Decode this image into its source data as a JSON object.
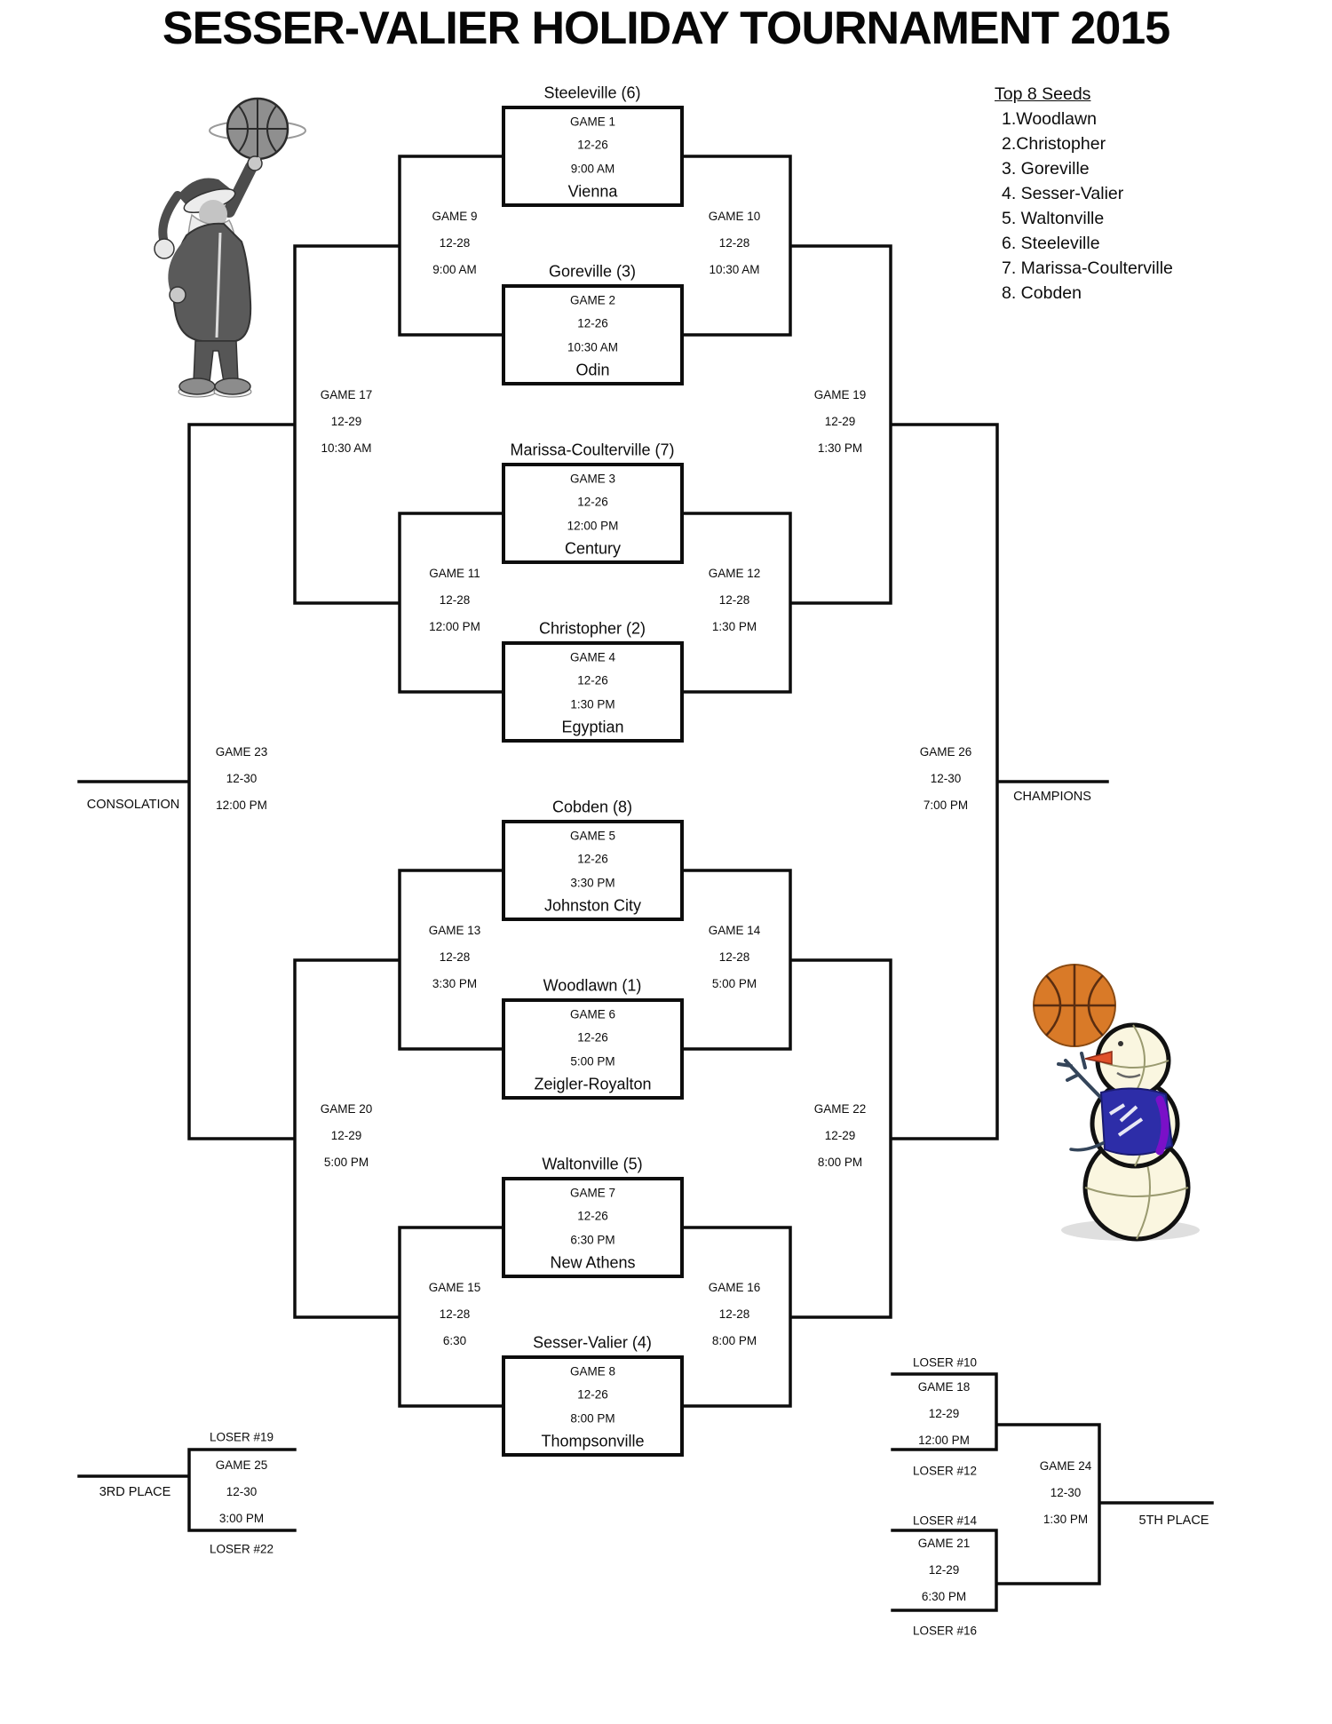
{
  "title": "SESSER-VALIER HOLIDAY TOURNAMENT 2015",
  "seeds": {
    "heading": "Top 8 Seeds",
    "items": [
      "1.Woodlawn",
      "2.Christopher",
      "3. Goreville",
      "4. Sesser-Valier",
      "5. Waltonville",
      "6. Steeleville",
      "7. Marissa-Coulterville",
      "8. Cobden"
    ]
  },
  "first_round": [
    {
      "seed_team": "Steeleville (6)",
      "game": "GAME 1",
      "date": "12-26",
      "time": "9:00 AM",
      "team": "Vienna"
    },
    {
      "seed_team": "Goreville (3)",
      "game": "GAME 2",
      "date": "12-26",
      "time": "10:30 AM",
      "team": "Odin"
    },
    {
      "seed_team": "Marissa-Coulterville (7)",
      "game": "GAME 3",
      "date": "12-26",
      "time": "12:00 PM",
      "team": "Century"
    },
    {
      "seed_team": "Christopher (2)",
      "game": "GAME 4",
      "date": "12-26",
      "time": "1:30 PM",
      "team": "Egyptian"
    },
    {
      "seed_team": "Cobden (8)",
      "game": "GAME 5",
      "date": "12-26",
      "time": "3:30 PM",
      "team": "Johnston City"
    },
    {
      "seed_team": "Woodlawn (1)",
      "game": "GAME 6",
      "date": "12-26",
      "time": "5:00 PM",
      "team": "Zeigler-Royalton"
    },
    {
      "seed_team": "Waltonville (5)",
      "game": "GAME 7",
      "date": "12-26",
      "time": "6:30 PM",
      "team": "New Athens"
    },
    {
      "seed_team": "Sesser-Valier (4)",
      "game": "GAME 8",
      "date": "12-26",
      "time": "8:00 PM",
      "team": "Thompsonville"
    }
  ],
  "round2_left": [
    {
      "game": "GAME 9",
      "date": "12-28",
      "time": "9:00 AM"
    },
    {
      "game": "GAME 11",
      "date": "12-28",
      "time": "12:00 PM"
    },
    {
      "game": "GAME 13",
      "date": "12-28",
      "time": "3:30 PM"
    },
    {
      "game": "GAME 15",
      "date": "12-28",
      "time": "6:30"
    }
  ],
  "round2_right": [
    {
      "game": "GAME 10",
      "date": "12-28",
      "time": "10:30 AM"
    },
    {
      "game": "GAME 12",
      "date": "12-28",
      "time": "1:30 PM"
    },
    {
      "game": "GAME 14",
      "date": "12-28",
      "time": "5:00 PM"
    },
    {
      "game": "GAME 16",
      "date": "12-28",
      "time": "8:00 PM"
    }
  ],
  "semis_left": [
    {
      "game": "GAME 17",
      "date": "12-29",
      "time": "10:30 AM"
    },
    {
      "game": "GAME 20",
      "date": "12-29",
      "time": "5:00 PM"
    }
  ],
  "semis_right": [
    {
      "game": "GAME 19",
      "date": "12-29",
      "time": "1:30 PM"
    },
    {
      "game": "GAME 22",
      "date": "12-29",
      "time": "8:00 PM"
    }
  ],
  "consolation_final": {
    "game": "GAME 23",
    "date": "12-30",
    "time": "12:00 PM"
  },
  "championship": {
    "game": "GAME 26",
    "date": "12-30",
    "time": "7:00 PM"
  },
  "third_place": {
    "top": "LOSER #19",
    "game": "GAME 25",
    "date": "12-30",
    "time": "3:00 PM",
    "bottom": "LOSER #22"
  },
  "fifth_place": {
    "g18": {
      "top": "LOSER #10",
      "game": "GAME 18",
      "date": "12-29",
      "time": "12:00 PM",
      "bottom": "LOSER #12"
    },
    "g21": {
      "top": "LOSER #14",
      "game": "GAME 21",
      "date": "12-29",
      "time": "6:30 PM",
      "bottom": "LOSER #16"
    },
    "g24": {
      "game": "GAME 24",
      "date": "12-30",
      "time": "1:30 PM"
    }
  },
  "labels": {
    "consolation": "CONSOLATION",
    "champions": "CHAMPIONS",
    "third_place": "3RD PLACE",
    "fifth_place": "5TH PLACE"
  }
}
